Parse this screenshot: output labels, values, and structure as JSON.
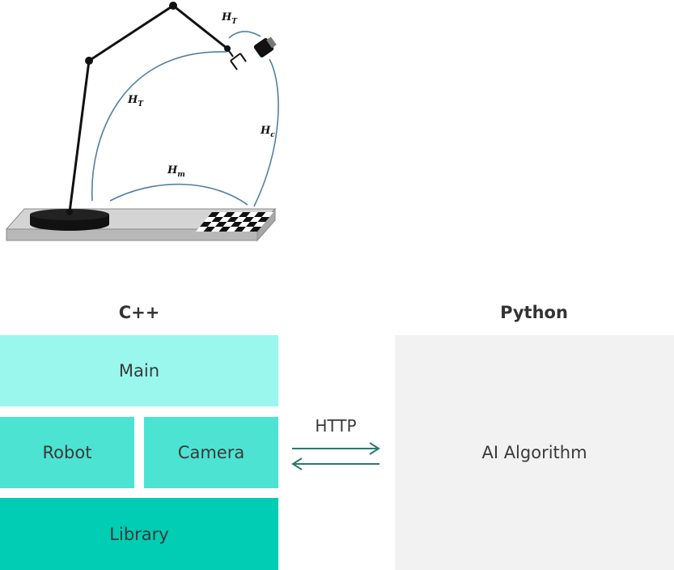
{
  "figure": {
    "labels": {
      "ht_top": "H",
      "ht_top_sub": "T",
      "ht_left": "H",
      "ht_left_sub": "T",
      "hc": "H",
      "hc_sub": "c",
      "hm": "H",
      "hm_sub": "m"
    }
  },
  "architecture": {
    "left_heading": "C++",
    "right_heading": "Python",
    "blocks": {
      "main": "Main",
      "robot": "Robot",
      "camera": "Camera",
      "library": "Library",
      "ai": "AI Algorithm"
    },
    "connection_label": "HTTP"
  },
  "colors": {
    "main": "#99f7ee",
    "robot": "#4ce3d3",
    "camera": "#4ce3d3",
    "library": "#00cdb3",
    "ai_panel": "#f2f2f2",
    "arrow": "#2a7a6e",
    "curve": "#4f7fa3"
  }
}
